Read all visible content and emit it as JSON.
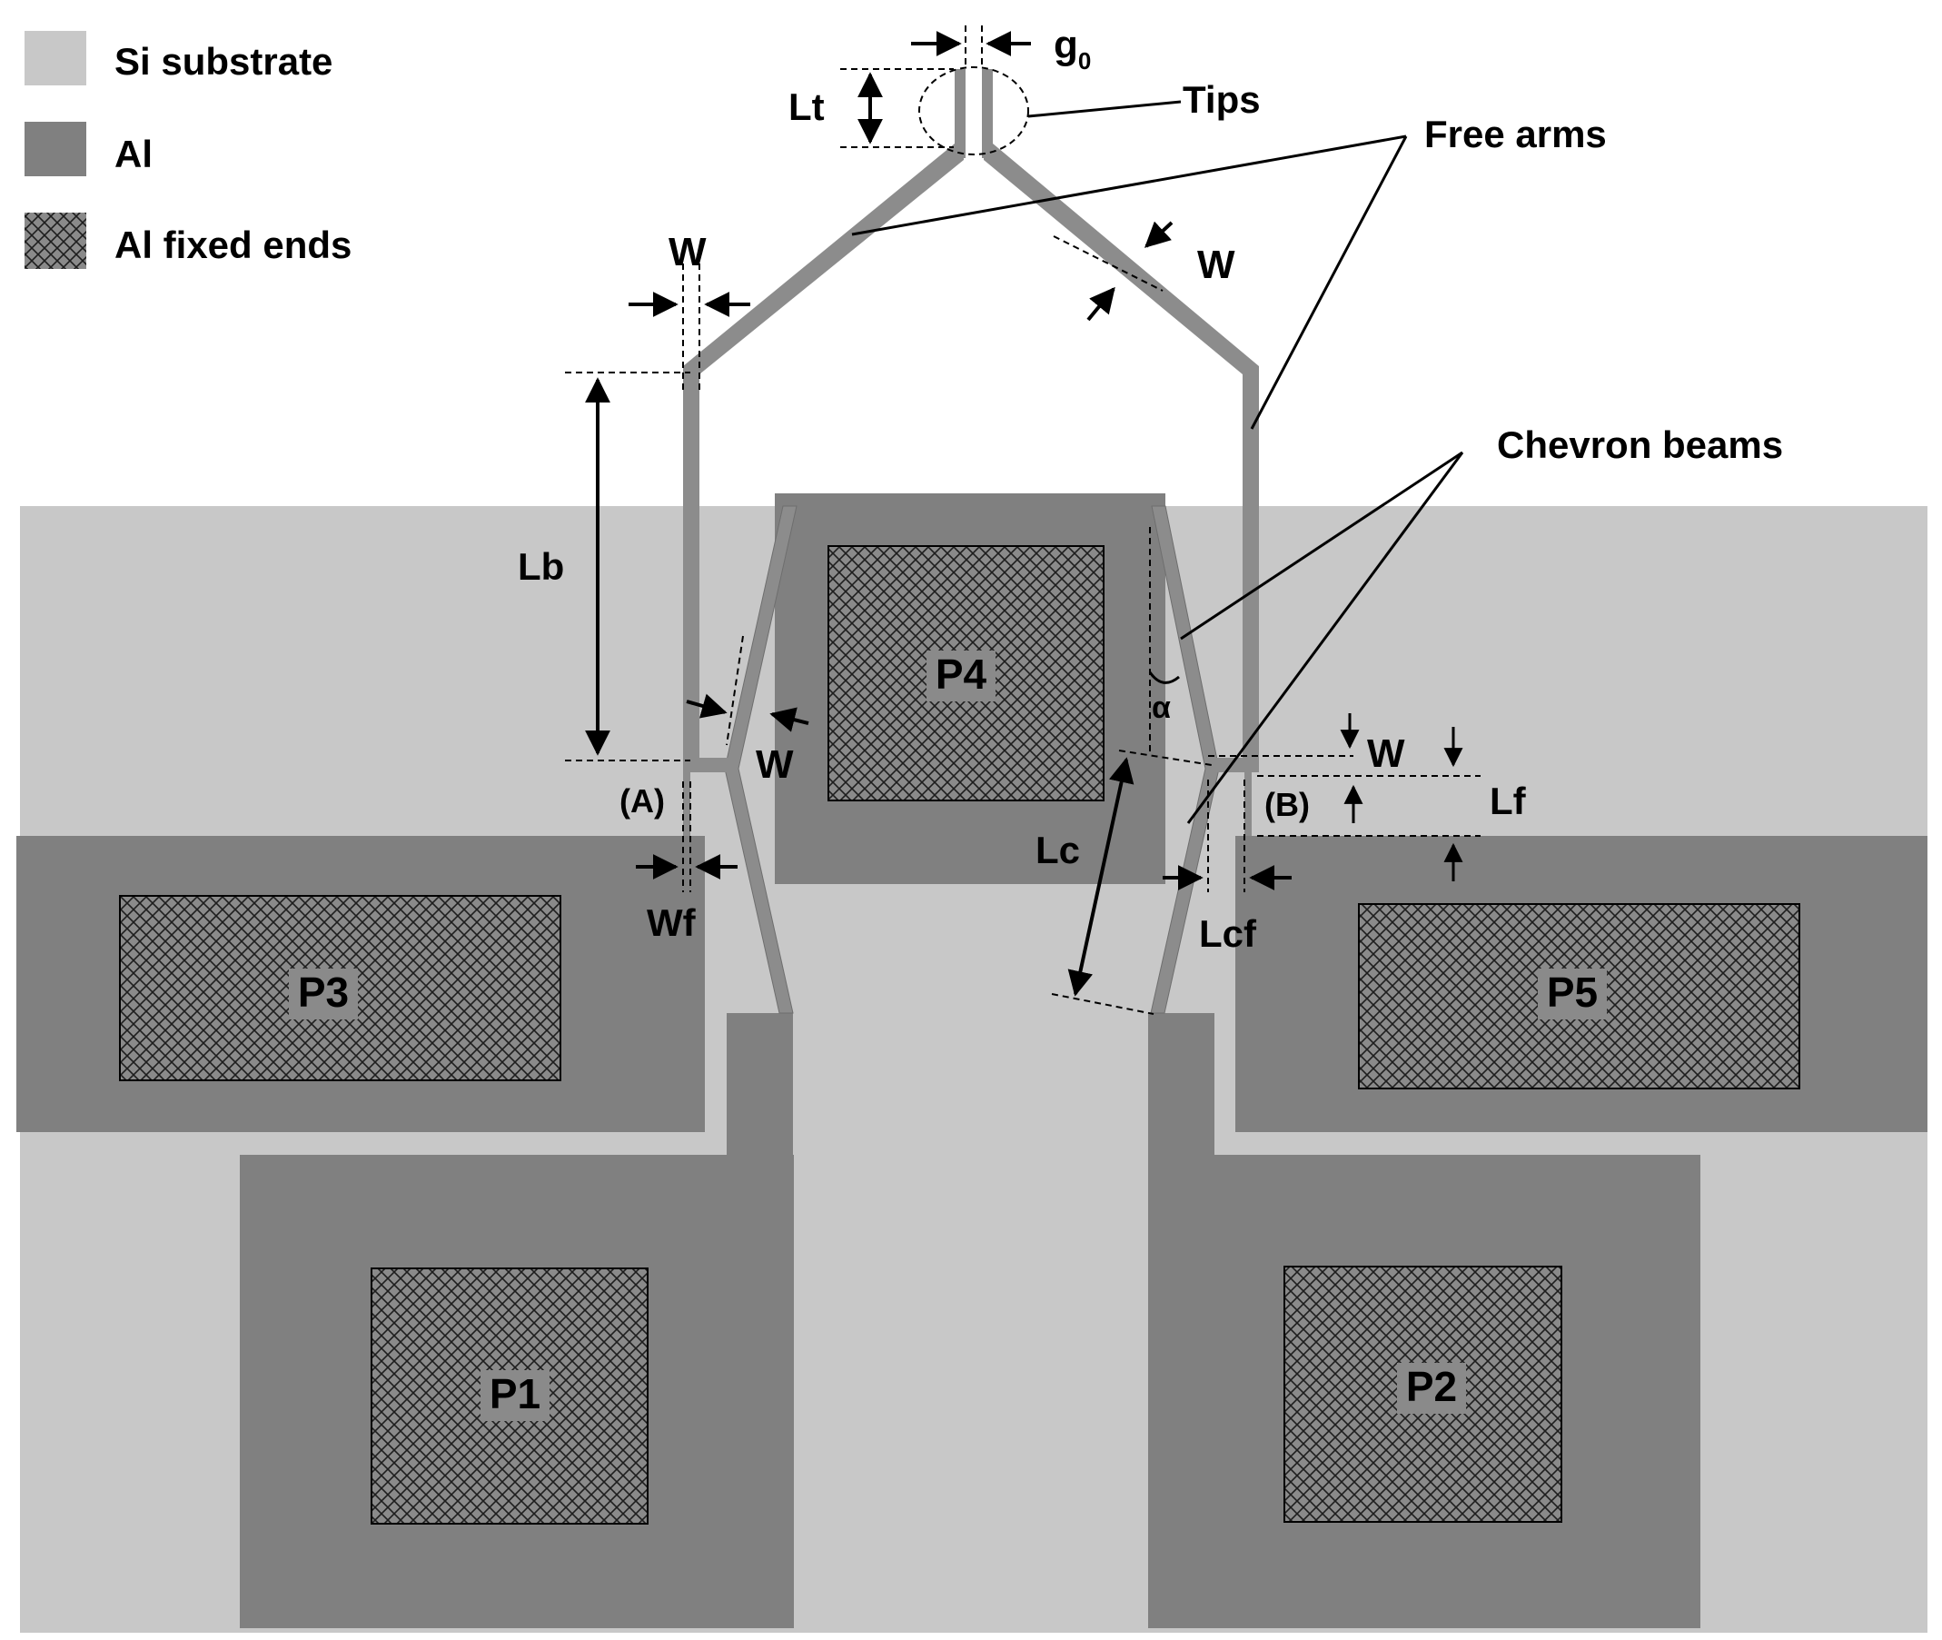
{
  "legend": {
    "items": [
      {
        "key": "si",
        "label": "Si substrate",
        "color": "#c8c8c8"
      },
      {
        "key": "al",
        "label": "Al",
        "color": "#808080"
      },
      {
        "key": "fixed",
        "label": "Al fixed ends",
        "color": "#7a7a7a"
      }
    ]
  },
  "colors": {
    "substrate": "#c8c8c8",
    "aluminium": "#808080",
    "beam": "#8c8c8c",
    "background": "#ffffff"
  },
  "pads": {
    "p1": "P1",
    "p2": "P2",
    "p3": "P3",
    "p4": "P4",
    "p5": "P5"
  },
  "callouts": {
    "tips": "Tips",
    "free_arms": "Free arms",
    "chevron_beams": "Chevron beams"
  },
  "dimensions": {
    "g0_main": "g",
    "g0_sub": "0",
    "lt": "Lt",
    "w": "W",
    "lb": "Lb",
    "lf": "Lf",
    "lc": "Lc",
    "lcf": "Lcf",
    "wf": "Wf",
    "alpha": "α",
    "a": "(A)",
    "b": "(B)"
  }
}
